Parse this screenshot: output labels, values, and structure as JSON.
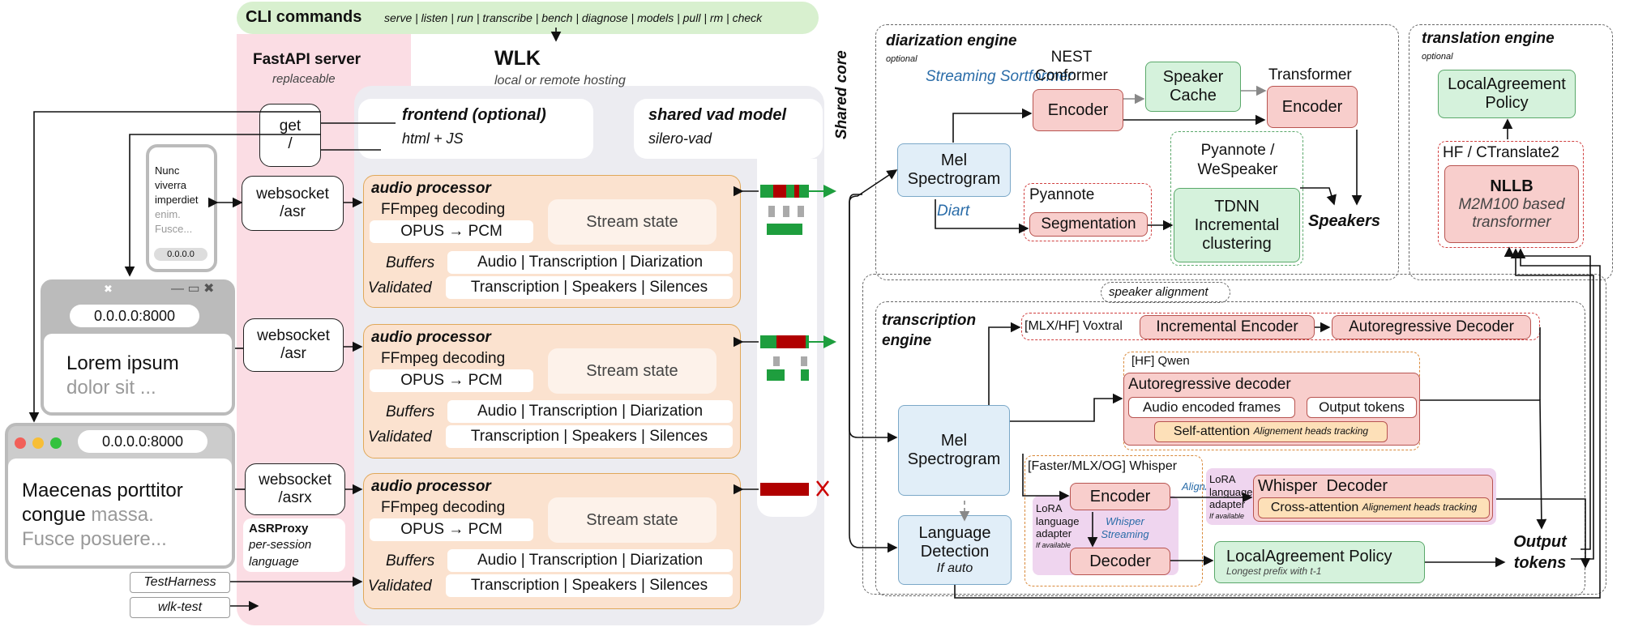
{
  "cli": {
    "title": "CLI commands",
    "commands": "serve | listen | run | transcribe | bench | diagnose | models | pull | rm | check"
  },
  "server": {
    "title": "FastAPI server",
    "subtitle": "replaceable"
  },
  "wlk": {
    "title": "WLK",
    "subtitle": "local or remote hosting"
  },
  "endpoints": {
    "get": "get\n/",
    "ws1": "websocket\n/asr",
    "ws2": "websocket\n/asr",
    "ws3": "websocket\n/asrx"
  },
  "asrproxy": {
    "title": "ASRProxy",
    "line1": "per-session",
    "line2": "language"
  },
  "frontend": {
    "title": "frontend (optional)",
    "subtitle": "html + JS"
  },
  "vad": {
    "title": "shared vad model",
    "subtitle": "silero-vad"
  },
  "audio_processor": {
    "title": "audio processor",
    "ffmpeg": "FFmpeg decoding",
    "opus": "OPUS → PCM",
    "stream_state": "Stream state",
    "buffers_label": "Buffers",
    "buffers_value": "Audio | Transcription | Diarization",
    "validated_label": "Validated",
    "validated_value": "Transcription | Speakers | Silences"
  },
  "phone": {
    "l1": "Nunc",
    "l2": "viverra",
    "l3": "imperdiet",
    "l4": "enim.",
    "l5": "Fusce...",
    "addr": "0.0.0.0"
  },
  "window1": {
    "addr": "0.0.0.0:8000",
    "l1": "Lorem ipsum",
    "l2": "dolor sit ..."
  },
  "window2": {
    "addr": "0.0.0.0:8000",
    "l1": "Maecenas porttitor",
    "l2a": "congue ",
    "l2b": "massa.",
    "l3": "Fusce posuere..."
  },
  "test": {
    "harness": "TestHarness",
    "wlk": "wlk-test"
  },
  "shared_core": "Shared core",
  "diarization": {
    "title": "diarization engine",
    "optional": "optional",
    "streaming_sortformer": "Streaming Sortformer",
    "nest_conformer": "NEST Conformer",
    "encoder": "Encoder",
    "speaker_cache": "Speaker Cache",
    "transformer": "Transformer",
    "transformer_encoder": "Encoder",
    "mel": "Mel Spectrogram",
    "diart": "Diart",
    "pyannote": "Pyannote",
    "segmentation": "Segmentation",
    "pyannote_wespeaker": "Pyannote / WeSpeaker",
    "tdnn": "TDNN Incremental clustering",
    "speakers": "Speakers"
  },
  "translation": {
    "title": "translation engine",
    "optional": "optional",
    "local_agreement": "LocalAgreement Policy",
    "hf": "HF / CTranslate2",
    "nllb": "NLLB",
    "nllb_sub": "M2M100 based transformer"
  },
  "speaker_alignment": "speaker alignment",
  "transcription": {
    "title": "transcription engine",
    "voxtral": "[MLX/HF] Voxtral",
    "incremental_encoder": "Incremental Encoder",
    "autoregressive_decoder": "Autoregressive Decoder",
    "qwen": "[HF] Qwen",
    "qwen_decoder": "Autoregressive decoder",
    "audio_frames": "Audio encoded frames",
    "output_tokens_box": "Output tokens",
    "self_attention": "Self-attention",
    "align_heads": "Alignement heads tracking",
    "mel": "Mel Spectrogram",
    "whisper": "[Faster/MLX/OG] Whisper",
    "alignatt": "AlignAtt",
    "encoder": "Encoder",
    "whisper_streaming": "Whisper Streaming",
    "decoder": "Decoder",
    "lora1": "LoRA language adapter",
    "lora_if": "If available",
    "lora2": "LoRA language adapter",
    "whisper_decoder": "Whisper  Decoder",
    "cross_attention": "Cross-attention",
    "align_heads2": "Alignement heads tracking",
    "lang_detection": "Language Detection",
    "if_auto": "If auto",
    "local_agreement": "LocalAgreement Policy",
    "longest_prefix": "Longest prefix with t-1",
    "output_tokens": "Output tokens"
  },
  "colors": {
    "red": "#f8cecc",
    "green": "#d5f2dc",
    "blue": "#e1eef8",
    "orange": "#fbe2cf",
    "pink": "#fbdde4",
    "cli": "#d8f0cf"
  }
}
